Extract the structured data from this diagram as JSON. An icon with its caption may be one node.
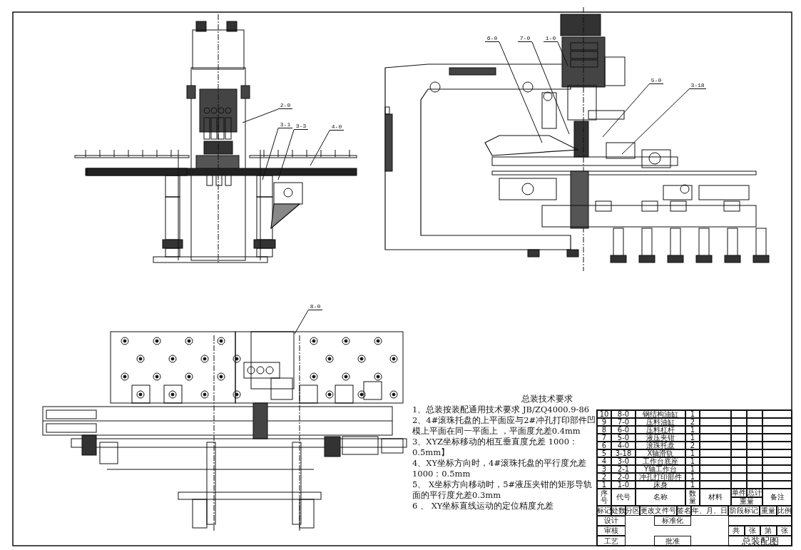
{
  "diagram": {
    "nodes": [
      {
        "text": [
          "2-0"
        ]
      },
      {
        "text": [
          "3-1"
        ]
      },
      {
        "text": [
          "3-3"
        ]
      },
      {
        "text": [
          "4-0"
        ]
      },
      {
        "text": [
          "6-0"
        ]
      },
      {
        "text": [
          "7-0"
        ]
      },
      {
        "text": [
          "1-0"
        ]
      },
      {
        "text": [
          "5-0"
        ]
      },
      {
        "text": [
          "3-18"
        ]
      },
      {
        "text": [
          "8-0"
        ]
      }
    ],
    "edges": [
      {
        "from": 0,
        "to": null,
        "arrow": "none"
      },
      {
        "from": 1,
        "to": null,
        "arrow": "none"
      },
      {
        "from": 2,
        "to": null,
        "arrow": "none"
      },
      {
        "from": 3,
        "to": null,
        "arrow": "none"
      },
      {
        "from": 4,
        "to": null,
        "arrow": "none"
      },
      {
        "from": 5,
        "to": null,
        "arrow": "none"
      },
      {
        "from": 6,
        "to": null,
        "arrow": "none"
      },
      {
        "from": 7,
        "to": null,
        "arrow": "none"
      },
      {
        "from": 8,
        "to": null,
        "arrow": "none"
      },
      {
        "from": 9,
        "to": null,
        "arrow": "none"
      }
    ],
    "labels": [
      "总装技术要求",
      "1、总装按装配通用技术要求 JB/ZQ4000.9-86",
      "2、4#滚珠托盘的上平面应与2#冲孔打印部件凹模上平面在同一平面上 ，平面度允差0.4mm",
      "3、XYZ坐标移动的相互垂直度允差 1000：0.5mm】",
      "4、XY坐标方向时，4#滚珠托盘的平行度允差1000：0.5mm",
      "5、 X坐标方向移动时，5#液压夹钳的矩形导轨面的平行度允差0.3mm",
      "6 、 XY坐标直线运动的定位精度允差",
      "10",
      "8-0",
      "钢结构油缸",
      "1",
      "9",
      "7-0",
      "压料油缸",
      "2",
      "8",
      "6-0",
      "压料杠杆",
      "1",
      "7",
      "5-0",
      "液压夹钳",
      "1",
      "6",
      "4-0",
      "滚珠托盘",
      "2",
      "5",
      "3-18",
      "X轴滑轨",
      "1",
      "4",
      "3-0",
      "工作台底座",
      "1",
      "3",
      "2-1",
      "Y轴工作台",
      "1",
      "2",
      "2-0",
      "冲孔打印部件",
      "1",
      "1",
      "1-0",
      "床身",
      "1",
      "序号",
      "代号",
      "名称",
      "数量",
      "材料",
      "单件",
      "总计",
      "重量",
      "备注",
      "标记",
      "处数",
      "分区",
      "更改文件号",
      "签名",
      "年、月、日",
      "设计",
      "标准化",
      "审核",
      "工艺",
      "批准",
      "阶段标记",
      "重量",
      "比例",
      "共",
      "张",
      "第",
      "张",
      "总装配图"
    ]
  }
}
